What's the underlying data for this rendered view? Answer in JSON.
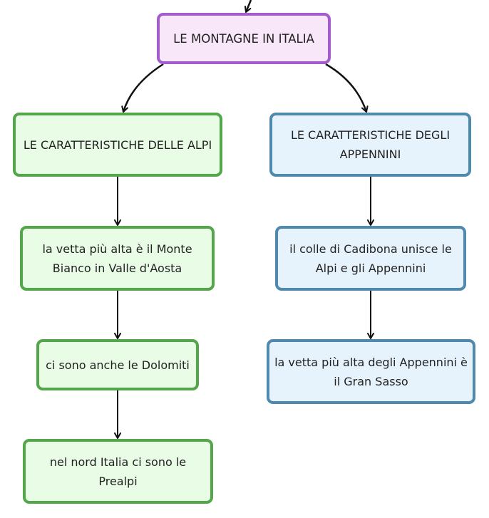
{
  "colors": {
    "root_fill": "#f8e6f9",
    "root_border": "#a25ccb",
    "green_fill": "#e8fce6",
    "green_border": "#53a64a",
    "blue_fill": "#e7f3fc",
    "blue_border": "#4f89ad",
    "arrow": "#111111"
  },
  "root": {
    "label": "LE MONTAGNE IN ITALIA"
  },
  "alps": {
    "title": "LE CARATTERISTICHE DELLE ALPI",
    "facts": [
      "la vetta più alta è il Monte Bianco in Valle d'Aosta",
      "ci sono anche le Dolomiti",
      "nel nord Italia ci sono le Prealpi"
    ]
  },
  "apennines": {
    "title": "LE CARATTERISTICHE DEGLI APPENNINI",
    "facts": [
      "il colle di Cadibona unisce le Alpi e gli Appennini",
      "la vetta più alta degli Appennini è il Gran Sasso"
    ]
  }
}
